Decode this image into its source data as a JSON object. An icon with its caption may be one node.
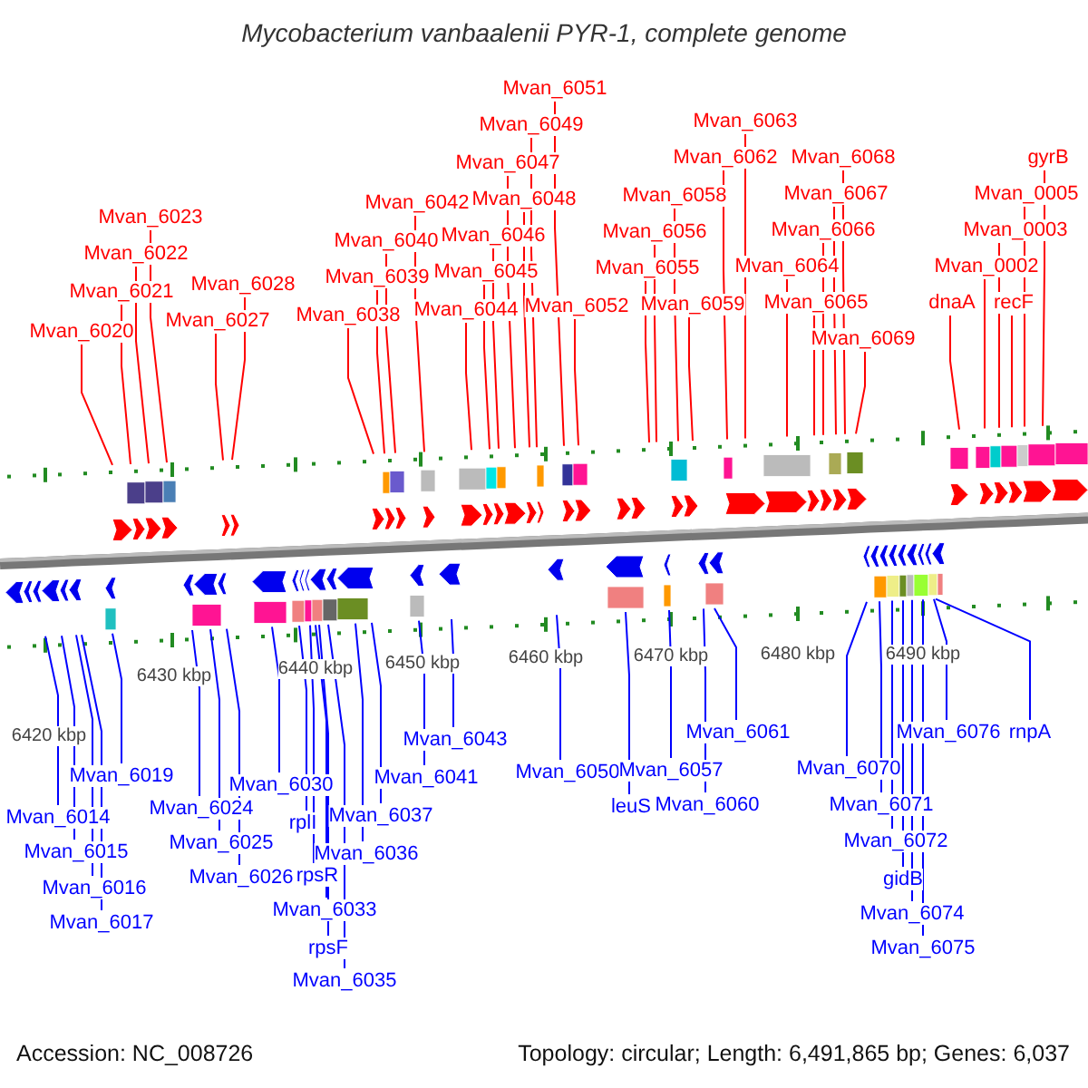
{
  "diagram": {
    "title": "Mycobacterium vanbaalenii PYR-1, complete genome",
    "nodes": [
      {
        "text": [
          "Mvan_6020"
        ]
      },
      {
        "text": [
          "Mvan_6021"
        ]
      },
      {
        "text": [
          "Mvan_6022"
        ]
      },
      {
        "text": [
          "Mvan_6023"
        ]
      },
      {
        "text": [
          "Mvan_6027"
        ]
      },
      {
        "text": [
          "Mvan_6028"
        ]
      },
      {
        "text": [
          "Mvan_6038"
        ]
      },
      {
        "text": [
          "Mvan_6039"
        ]
      },
      {
        "text": [
          "Mvan_6040"
        ]
      },
      {
        "text": [
          "Mvan_6042"
        ]
      },
      {
        "text": [
          "Mvan_6044"
        ]
      },
      {
        "text": [
          "Mvan_6045"
        ]
      },
      {
        "text": [
          "Mvan_6046"
        ]
      },
      {
        "text": [
          "Mvan_6047"
        ]
      },
      {
        "text": [
          "Mvan_6048"
        ]
      },
      {
        "text": [
          "Mvan_6049"
        ]
      },
      {
        "text": [
          "Mvan_6051"
        ]
      },
      {
        "text": [
          "Mvan_6052"
        ]
      },
      {
        "text": [
          "Mvan_6055"
        ]
      },
      {
        "text": [
          "Mvan_6056"
        ]
      },
      {
        "text": [
          "Mvan_6058"
        ]
      },
      {
        "text": [
          "Mvan_6059"
        ]
      },
      {
        "text": [
          "Mvan_6062"
        ]
      },
      {
        "text": [
          "Mvan_6063"
        ]
      },
      {
        "text": [
          "Mvan_6064"
        ]
      },
      {
        "text": [
          "Mvan_6065"
        ]
      },
      {
        "text": [
          "Mvan_6066"
        ]
      },
      {
        "text": [
          "Mvan_6067"
        ]
      },
      {
        "text": [
          "Mvan_6068"
        ]
      },
      {
        "text": [
          "Mvan_6069"
        ]
      },
      {
        "text": [
          "dnaA"
        ]
      },
      {
        "text": [
          "Mvan_0002"
        ]
      },
      {
        "text": [
          "Mvan_0003"
        ]
      },
      {
        "text": [
          "recF"
        ]
      },
      {
        "text": [
          "Mvan_0005"
        ]
      },
      {
        "text": [
          "gyrB"
        ]
      },
      {
        "text": [
          "Mvan_6014"
        ]
      },
      {
        "text": [
          "Mvan_6015"
        ]
      },
      {
        "text": [
          "Mvan_6016"
        ]
      },
      {
        "text": [
          "Mvan_6017"
        ]
      },
      {
        "text": [
          "Mvan_6019"
        ]
      },
      {
        "text": [
          "Mvan_6024"
        ]
      },
      {
        "text": [
          "Mvan_6025"
        ]
      },
      {
        "text": [
          "Mvan_6026"
        ]
      },
      {
        "text": [
          "Mvan_6030"
        ]
      },
      {
        "text": [
          "rplI"
        ]
      },
      {
        "text": [
          "rpsR"
        ]
      },
      {
        "text": [
          "Mvan_6033"
        ]
      },
      {
        "text": [
          "rpsF"
        ]
      },
      {
        "text": [
          "Mvan_6035"
        ]
      },
      {
        "text": [
          "Mvan_6036"
        ]
      },
      {
        "text": [
          "Mvan_6037"
        ]
      },
      {
        "text": [
          "Mvan_6041"
        ]
      },
      {
        "text": [
          "Mvan_6043"
        ]
      },
      {
        "text": [
          "Mvan_6050"
        ]
      },
      {
        "text": [
          "leuS"
        ]
      },
      {
        "text": [
          "Mvan_6057"
        ]
      },
      {
        "text": [
          "Mvan_6060"
        ]
      },
      {
        "text": [
          "Mvan_6061"
        ]
      },
      {
        "text": [
          "Mvan_6070"
        ]
      },
      {
        "text": [
          "Mvan_6071"
        ]
      },
      {
        "text": [
          "Mvan_6072"
        ]
      },
      {
        "text": [
          "gidB"
        ]
      },
      {
        "text": [
          "Mvan_6074"
        ]
      },
      {
        "text": [
          "Mvan_6075"
        ]
      },
      {
        "text": [
          "Mvan_6076"
        ]
      },
      {
        "text": [
          "rnpA"
        ]
      }
    ],
    "edges": [
      {
        "from": 0,
        "to": null,
        "arrow": "none"
      },
      {
        "from": 1,
        "to": null,
        "arrow": "none"
      },
      {
        "from": 2,
        "to": null,
        "arrow": "none"
      },
      {
        "from": 3,
        "to": null,
        "arrow": "none"
      },
      {
        "from": 4,
        "to": null,
        "arrow": "none"
      },
      {
        "from": 5,
        "to": null,
        "arrow": "none"
      },
      {
        "from": 6,
        "to": null,
        "arrow": "none"
      },
      {
        "from": 7,
        "to": null,
        "arrow": "none"
      },
      {
        "from": 8,
        "to": null,
        "arrow": "none"
      },
      {
        "from": 9,
        "to": null,
        "arrow": "none"
      },
      {
        "from": 10,
        "to": null,
        "arrow": "none"
      },
      {
        "from": 11,
        "to": null,
        "arrow": "none"
      },
      {
        "from": 12,
        "to": null,
        "arrow": "none"
      },
      {
        "from": 13,
        "to": null,
        "arrow": "none"
      },
      {
        "from": 14,
        "to": null,
        "arrow": "none"
      },
      {
        "from": 15,
        "to": null,
        "arrow": "none"
      },
      {
        "from": 16,
        "to": null,
        "arrow": "none"
      },
      {
        "from": 17,
        "to": null,
        "arrow": "none"
      },
      {
        "from": 18,
        "to": null,
        "arrow": "none"
      },
      {
        "from": 19,
        "to": null,
        "arrow": "none"
      },
      {
        "from": 20,
        "to": null,
        "arrow": "none"
      },
      {
        "from": 21,
        "to": null,
        "arrow": "none"
      },
      {
        "from": 22,
        "to": null,
        "arrow": "none"
      },
      {
        "from": 23,
        "to": null,
        "arrow": "none"
      },
      {
        "from": 24,
        "to": null,
        "arrow": "none"
      },
      {
        "from": 25,
        "to": null,
        "arrow": "none"
      },
      {
        "from": 26,
        "to": null,
        "arrow": "none"
      },
      {
        "from": 27,
        "to": null,
        "arrow": "none"
      },
      {
        "from": 28,
        "to": null,
        "arrow": "none"
      },
      {
        "from": 29,
        "to": null,
        "arrow": "none"
      },
      {
        "from": 30,
        "to": null,
        "arrow": "none"
      },
      {
        "from": 31,
        "to": null,
        "arrow": "none"
      },
      {
        "from": 32,
        "to": null,
        "arrow": "none"
      },
      {
        "from": 33,
        "to": null,
        "arrow": "none"
      },
      {
        "from": 34,
        "to": null,
        "arrow": "none"
      },
      {
        "from": 35,
        "to": null,
        "arrow": "none"
      },
      {
        "from": 36,
        "to": null,
        "arrow": "none",
        "color": "#0000ff"
      },
      {
        "from": 37,
        "to": null,
        "arrow": "none",
        "color": "#0000ff"
      },
      {
        "from": 38,
        "to": null,
        "arrow": "none",
        "color": "#0000ff"
      },
      {
        "from": 39,
        "to": null,
        "arrow": "none",
        "color": "#0000ff"
      },
      {
        "from": 40,
        "to": null,
        "arrow": "none",
        "color": "#0000ff"
      },
      {
        "from": 41,
        "to": null,
        "arrow": "none",
        "color": "#0000ff"
      },
      {
        "from": 42,
        "to": null,
        "arrow": "none",
        "color": "#0000ff"
      },
      {
        "from": 43,
        "to": null,
        "arrow": "none",
        "color": "#0000ff"
      },
      {
        "from": 44,
        "to": null,
        "arrow": "none",
        "color": "#0000ff"
      },
      {
        "from": 45,
        "to": null,
        "arrow": "none",
        "color": "#0000ff"
      },
      {
        "from": 46,
        "to": null,
        "arrow": "none",
        "color": "#0000ff"
      },
      {
        "from": 47,
        "to": null,
        "arrow": "none",
        "color": "#0000ff"
      },
      {
        "from": 48,
        "to": null,
        "arrow": "none",
        "color": "#0000ff"
      },
      {
        "from": 49,
        "to": null,
        "arrow": "none",
        "color": "#0000ff"
      },
      {
        "from": 50,
        "to": null,
        "arrow": "none",
        "color": "#0000ff"
      },
      {
        "from": 51,
        "to": null,
        "arrow": "none",
        "color": "#0000ff"
      },
      {
        "from": 52,
        "to": null,
        "arrow": "none",
        "color": "#0000ff"
      },
      {
        "from": 53,
        "to": null,
        "arrow": "none",
        "color": "#0000ff"
      },
      {
        "from": 54,
        "to": null,
        "arrow": "none",
        "color": "#0000ff"
      },
      {
        "from": 55,
        "to": null,
        "arrow": "none",
        "color": "#0000ff"
      },
      {
        "from": 56,
        "to": null,
        "arrow": "none",
        "color": "#0000ff"
      },
      {
        "from": 57,
        "to": null,
        "arrow": "none",
        "color": "#0000ff"
      },
      {
        "from": 58,
        "to": null,
        "arrow": "none",
        "color": "#0000ff"
      },
      {
        "from": 59,
        "to": null,
        "arrow": "none",
        "color": "#0000ff"
      },
      {
        "from": 60,
        "to": null,
        "arrow": "none",
        "color": "#0000ff"
      },
      {
        "from": 61,
        "to": null,
        "arrow": "none",
        "color": "#0000ff"
      },
      {
        "from": 62,
        "to": null,
        "arrow": "none",
        "color": "#0000ff"
      },
      {
        "from": 63,
        "to": null,
        "arrow": "none",
        "color": "#0000ff"
      },
      {
        "from": 64,
        "to": null,
        "arrow": "none",
        "color": "#0000ff"
      },
      {
        "from": 65,
        "to": null,
        "arrow": "none",
        "color": "#0000ff"
      },
      {
        "from": 66,
        "to": null,
        "arrow": "none",
        "color": "#0000ff"
      }
    ],
    "labels": [
      "6420 kbp",
      "6430 kbp",
      "6440 kbp",
      "6450 kbp",
      "6460 kbp",
      "6470 kbp",
      "6480 kbp",
      "6490 kbp",
      "Accession: NC_008726",
      "Topology: circular; Length: 6,491,865 bp; Genes: 6,037"
    ]
  }
}
